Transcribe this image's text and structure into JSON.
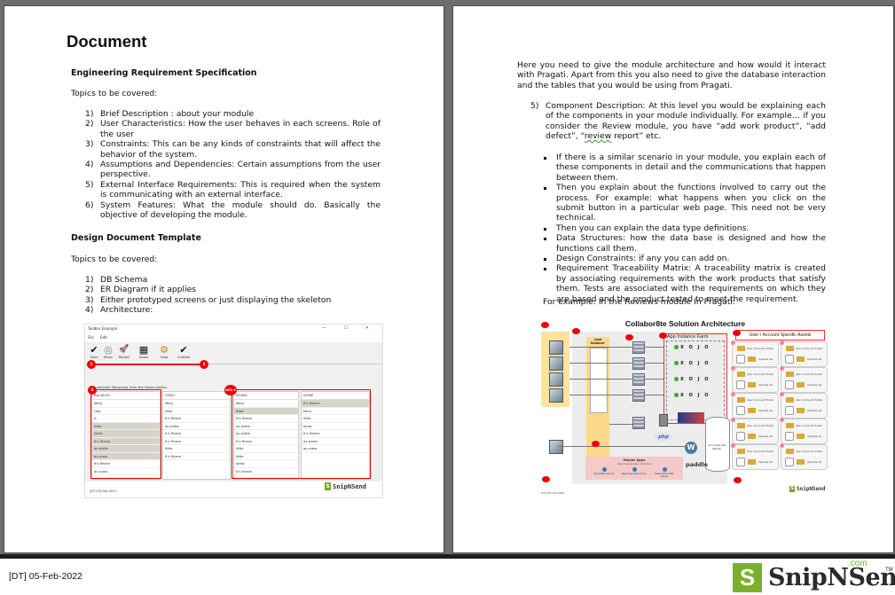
{
  "page1": {
    "title": "Document",
    "section1": {
      "heading": "Engineering Requirement Specification",
      "intro": "Topics to be covered:",
      "items": [
        {
          "num": "1)",
          "text": "Brief Description : about your module"
        },
        {
          "num": "2)",
          "text": "User Characteristics: How the user behaves in each screens. Role of the user"
        },
        {
          "num": "3)",
          "text": "Constraints:  This can be any kinds of constraints that will affect the behavior of the system."
        },
        {
          "num": "4)",
          "text": "Assumptions and Dependencies: Certain assumptions from the user perspective."
        },
        {
          "num": "5)",
          "text": "External Interface Requirements: This is required when the system is communicating with an external interface."
        },
        {
          "num": "6)",
          "text": "System Features: What the module should do. Basically the objective of developing the module."
        }
      ]
    },
    "section2": {
      "heading": "Design Document Template",
      "intro": "Topics to be covered:",
      "items": [
        {
          "num": "1)",
          "text": "DB Schema"
        },
        {
          "num": "2)",
          "text": "ER Diagram if it applies"
        },
        {
          "num": "3)",
          "text": "Either prototyped screens or just displaying the skeleton"
        },
        {
          "num": "4)",
          "text": "Architecture:"
        }
      ]
    },
    "screenshot": {
      "window_title": "Toolbar Example",
      "window_controls": "—  ☐  ✕",
      "menu": [
        "File",
        "Edit"
      ],
      "toolbar": [
        {
          "icon": "✔",
          "label": "Save"
        },
        {
          "icon": "◎",
          "label": "Music"
        },
        {
          "icon": "🚀",
          "label": "Rocket"
        },
        {
          "icon": "▦",
          "label": "Dates"
        },
        {
          "icon": "⚙",
          "label": "Help"
        },
        {
          "icon": "✔",
          "label": "Untitled"
        }
      ],
      "status": "You selected Tomorrow from the Dates button.",
      "badges": [
        "1",
        "2",
        "3",
        "REQ 4"
      ],
      "columns": [
        {
          "header": "BACKLOG",
          "rows": [
            "Mary",
            "Had",
            "A",
            "little",
            "lamb",
            "It's fleece",
            "as white",
            "as snow",
            "It's fleece",
            "as snow"
          ],
          "selected": [
            3,
            4,
            5,
            6,
            7
          ]
        },
        {
          "header": "TODO",
          "rows": [
            "Mary",
            "little",
            "It's fleece",
            "as white",
            "It's fleece",
            "It's fleece",
            "little",
            "It's fleece"
          ],
          "selected": []
        },
        {
          "header": "DOING",
          "rows": [
            "Mary",
            "little",
            "It's fleece",
            "as white",
            "as white",
            "It's fleece",
            "little",
            "little",
            "lamb",
            "It's fleece",
            "as white"
          ],
          "selected": [
            1
          ]
        },
        {
          "header": "DONE",
          "rows": [
            "It's fleece",
            "Mary",
            "little",
            "lamb",
            "It's fleece",
            "as white",
            "as snow"
          ],
          "selected": [
            0
          ]
        }
      ],
      "footer_date": "[DT] 05-Feb-2022",
      "logo_letter": "S",
      "logo_word": "SnipNSend"
    }
  },
  "page2": {
    "intro": "Here you need to give the module architecture and how would it interact with Pragati. Apart from this you also need to give the database interaction and the tables that you would be using from Pragati.",
    "item5": {
      "num": "5)",
      "text_before": "Component Description: At this level you would be explaining each of the components in your module individually. For example… if you consider the Review module, you have “add work product”, “add defect”, “",
      "text_spell": "review",
      "text_after": " report” etc."
    },
    "bullets": [
      "If there is a similar scenario in your module, you explain each of these components in detail and the communications that happen between them.",
      "Then you explain about the functions involved to carry out the process. For example: what happens when you click on the submit button in a particular web page. This need not be very technical.",
      "Then you can explain the data type definitions.",
      "Data Structures: how the data base is designed and how the functions call them.",
      "Design Constraints: if any you can add on.",
      "Requirement Traceability Matrix: A traceability matrix is created by associating requirements with the work products that satisfy them. Tests are associated with the requirements on which they are based and the product tested to meet the requirement."
    ],
    "example": "For example: In the Reviews module In Pragati:",
    "diagram": {
      "title": "Collabor8te Solution Architecture",
      "app_farm": "App Instance Farm",
      "assets_title": "User / Account Specific Assets",
      "load_balancer": "Load Balancer",
      "xojo_label": "X O J O",
      "asset_folder": "User (Account) Folder",
      "asset_uploads": "Uploads etc",
      "db_label": "Accounts DB SQLite",
      "helper_title": "Helper Apps",
      "helper_sub": "(Xojo Console Apps - Services)",
      "helper_services": [
        "Email Web service",
        "Reporting Web service",
        "Subscription Web service"
      ],
      "php": "php",
      "paddle": "paddle",
      "footer_date": "[DT] 05-Feb-2022"
    }
  },
  "footer": {
    "date": "[DT] 05-Feb-2022",
    "logo_letter": "S",
    "logo_word": "SnipNSend",
    "logo_com": ".com",
    "logo_tm": "TM",
    "brand_color": "#7ab02c"
  }
}
